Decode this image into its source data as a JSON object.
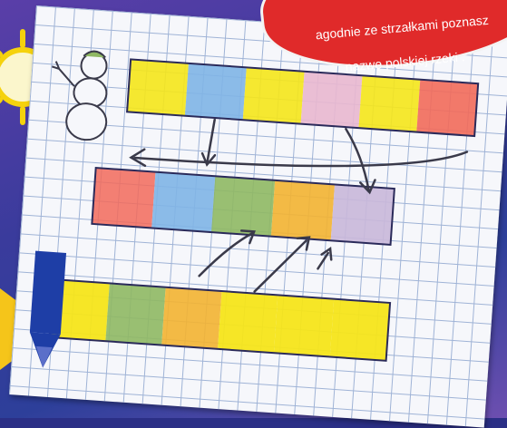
{
  "instruction_lines": [
    "agodnie ze strzałkami poznasz",
    "nazwę polskiej rzeki ."
  ],
  "colors": {
    "background": "#2b2f86",
    "banner": "#e02a2a",
    "paper": "#f6f7fb",
    "grid_line": "#9fb3d6",
    "yellow": "#f5e51a",
    "blue": "#7fb4e6",
    "pink": "#e9b7cf",
    "red": "#f26a5a",
    "green": "#8fb863",
    "orange": "#f3b331",
    "lilac": "#c9b7d9",
    "pencil_blue": "#1e3ea6",
    "ink": "#2a2a5a"
  },
  "rows": [
    [
      "yellow",
      "blue",
      "yellow",
      "pink",
      "yellow",
      "red"
    ],
    [
      "red",
      "blue",
      "green",
      "orange",
      "lilac"
    ],
    [
      "yellow",
      "green",
      "orange",
      "yellow",
      "yellow",
      "yellow"
    ]
  ],
  "icons": [
    "sun-icon",
    "snowman-drawing",
    "pencil-drawing",
    "arrow-icon"
  ]
}
